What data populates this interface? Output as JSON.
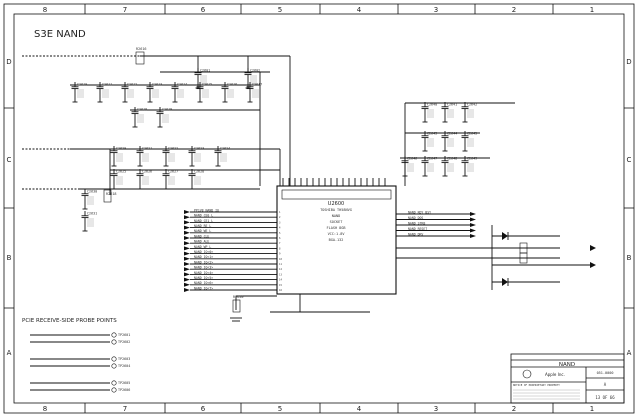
{
  "title": "S3E NAND",
  "border": {
    "columns": [
      "8",
      "7",
      "6",
      "5",
      "4",
      "3",
      "2",
      "1"
    ],
    "rows": [
      "D",
      "C",
      "B",
      "A"
    ]
  },
  "parts": {
    "r_top": "R2616",
    "r_mid": "R2618",
    "r_low": "R2620",
    "ic_label": "U2600",
    "ic_sub": "TOSHIBA TH58NVG",
    "ic_lines": [
      "NAND",
      "SOCKET",
      "FLASH 8GB",
      "VCC:1.8V",
      "BGA-132"
    ]
  },
  "caps": {
    "row1": [
      "C2601",
      "C2602"
    ],
    "row2": [
      "C2610",
      "C2611",
      "C2612",
      "C2613",
      "C2614",
      "C2615",
      "C2616",
      "C2617"
    ],
    "row3": [
      "C2618",
      "C2619"
    ],
    "row4": [
      "C2620",
      "C2621",
      "C2622",
      "C2623",
      "C2624"
    ],
    "row5": [
      "C2625",
      "C2626",
      "C2627",
      "C2628"
    ],
    "left": [
      "C2630",
      "C2631"
    ],
    "right1": [
      "C2640",
      "C2641",
      "C2642"
    ],
    "right2": [
      "C2643",
      "C2644",
      "C2645"
    ],
    "right3": [
      "C2646",
      "C2647",
      "C2648",
      "C2649"
    ]
  },
  "nets_left": [
    "PP1V8_NAND_IO",
    "NAND_CE0_L",
    "NAND_CE1_L",
    "NAND_RE_L",
    "NAND_WE_L",
    "NAND_CLE",
    "NAND_ALE",
    "NAND_WP_L",
    "NAND_IO<0>",
    "NAND_IO<1>",
    "NAND_IO<2>",
    "NAND_IO<3>",
    "NAND_IO<4>",
    "NAND_IO<5>",
    "NAND_IO<6>",
    "NAND_IO<7>"
  ],
  "nets_right": [
    "NAND_RDY_BSY",
    "NAND_DQS",
    "NAND_STRB",
    "NAND_RESET",
    "NAND_DRV"
  ],
  "probe_header": "PCIE RECEIVE-SIDE PROBE POINTS",
  "probes": [
    "TP2601",
    "TP2602",
    "TP2603",
    "TP2604",
    "TP2605",
    "TP2606"
  ],
  "title_block": {
    "block_label": "NAND",
    "company": "Apple Inc.",
    "sheet": "13 OF 66",
    "drawing": "051-0000",
    "rev": "A",
    "notice": "NOTICE OF PROPRIETARY PROPERTY"
  }
}
